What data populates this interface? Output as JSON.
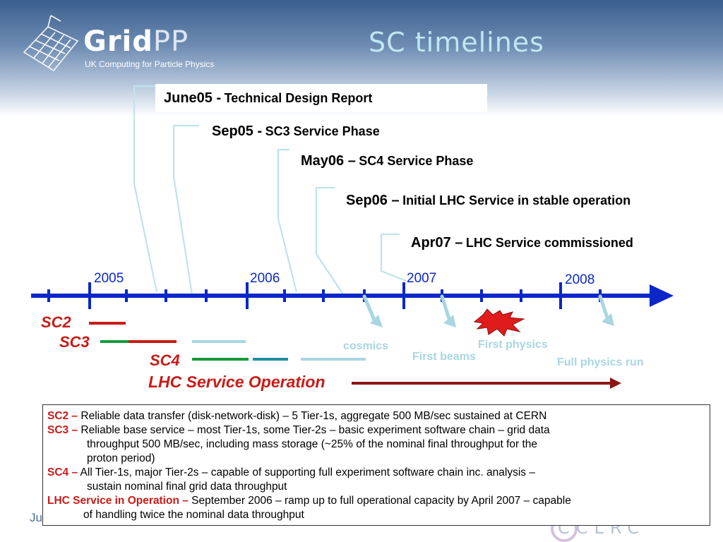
{
  "header": {
    "logo_main": "Grid",
    "logo_accent": "PP",
    "logo_tagline": "UK Computing for Particle Physics",
    "title": "SC timelines"
  },
  "milestones": [
    {
      "date": "June05 -",
      "text": "Technical Design Report"
    },
    {
      "date": "Sep05 -",
      "text": "SC3 Service Phase"
    },
    {
      "date": "May06 –",
      "text": "SC4 Service Phase"
    },
    {
      "date": "Sep06 –",
      "text": "Initial LHC Service in stable operation"
    },
    {
      "date": "Apr07 –",
      "text": "LHC Service commissioned"
    }
  ],
  "timeline": {
    "years": [
      "2005",
      "2006",
      "2007",
      "2008"
    ],
    "challenges": [
      "SC2",
      "SC3",
      "SC4"
    ],
    "lhc_label": "LHC Service Operation",
    "events": [
      "cosmics",
      "First beams",
      "First physics",
      "Full physics run"
    ]
  },
  "description": {
    "sc2_key": "SC2 –",
    "sc2_text": "Reliable data transfer (disk-network-disk) – 5 Tier-1s, aggregate 500 MB/sec sustained at CERN",
    "sc3_key": "SC3 –",
    "sc3_text1": "Reliable base service – most Tier-1s, some Tier-2s – basic experiment software chain – grid data",
    "sc3_text2": "throughput 500 MB/sec, including mass storage (~25% of the nominal final throughput for the",
    "sc3_text3": "proton period)",
    "sc4_key": "SC4 –",
    "sc4_text1": "All Tier-1s, major Tier-2s – capable of supporting full experiment software chain inc. analysis –",
    "sc4_text2": "sustain nominal final grid data throughput",
    "lhc_key": "LHC Service in Operation –",
    "lhc_text1": "September 2006 – ramp up to full operational capacity by April 2007 – capable",
    "lhc_text2": "of handling twice the nominal data throughput"
  },
  "footer": {
    "left": "Ju",
    "right": "CCLRC"
  },
  "colors": {
    "timeline_blue": "#0b27c7",
    "sc_red": "#c81b17",
    "sc_green": "#159a3a",
    "sc_teal": "#1d8fa3",
    "sc_light": "#a8d6e2",
    "lhc_arrow": "#8b1616"
  }
}
